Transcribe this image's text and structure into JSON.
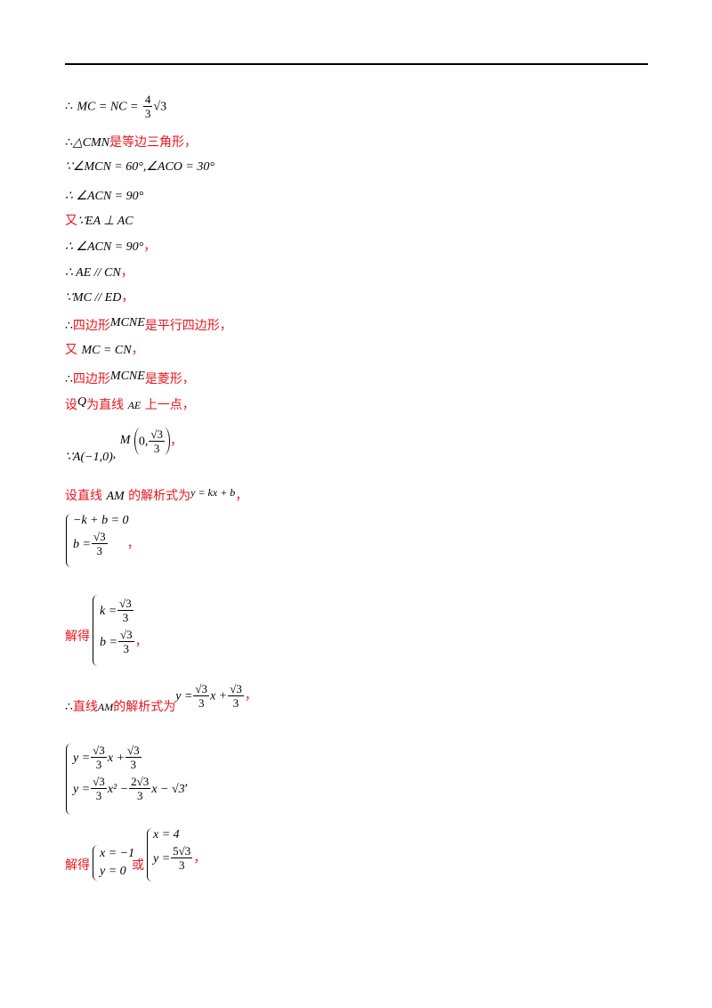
{
  "therefore": "∴",
  "because": "∵",
  "l1": {
    "a": "MC = NC =",
    "num": "4",
    "den": "3",
    "b": "√3"
  },
  "l2": {
    "pre": "∴",
    "sym": "△CMN",
    "txt": "是等边三角形，"
  },
  "l3": {
    "a": "∵∠MCN = 60°,∠ACO = 30°"
  },
  "l4": {
    "a": "∴ ∠ACN = 90°"
  },
  "l5": {
    "red": "又",
    "a": "∵EA ⊥ AC"
  },
  "l6": {
    "a": "∴ ∠ACN = 90°",
    "red": "，"
  },
  "l7": {
    "a": "∴ AE // CN",
    "red": "，"
  },
  "l8": {
    "a": "∵MC // ED",
    "red": "，"
  },
  "l9": {
    "pre": "∴",
    "r1": "四边形",
    "sym": "MCNE",
    "r2": "是平行四边形，"
  },
  "l10": {
    "red": "又",
    "a": "MC = CN",
    "r2": "，"
  },
  "l11": {
    "pre": "∴",
    "r1": "四边形",
    "sym": "MCNE",
    "r2": "是菱形，"
  },
  "l12": {
    "r1": "设",
    "q": "Q",
    "r2": "为直线",
    "ae": "AE",
    "r3": "上一点，"
  },
  "l13": {
    "a": "∵A(−1,0)",
    "comma": ",",
    "m": "M",
    "zero": "0,",
    "num": "√3",
    "den": "3",
    "end": "，"
  },
  "l14": {
    "r1": "设直线",
    "am": "AM",
    "r2": "的解析式为",
    "eq": "y = kx + b",
    "r3": "，"
  },
  "l15": {
    "e1": "−k + b = 0",
    "b": "b =",
    "num": "√3",
    "den": "3",
    "end": "，"
  },
  "l16": {
    "r1": "解得",
    "k": "k =",
    "num1": "√3",
    "den1": "3",
    "b": "b =",
    "num2": "√3",
    "den2": "3",
    "end": "，"
  },
  "l17": {
    "pre": "∴",
    "r1": "直线",
    "am": "AM",
    "r2": "的解析式为",
    "y": "y =",
    "num1": "√3",
    "den1": "3",
    "x": "x +",
    "num2": "√3",
    "den2": "3",
    "end": "，"
  },
  "l18": {
    "y1": "y =",
    "n1": "√3",
    "d1": "3",
    "x1": "x +",
    "n2": "√3",
    "d2": "3",
    "y2": "y =",
    "n3": "√3",
    "d3": "3",
    "x2": "x² −",
    "n4": "2√3",
    "d4": "3",
    "x3": "x − √3",
    "end": ","
  },
  "l19": {
    "r1": "解得",
    "a1": "x = −1",
    "a2": "y = 0",
    "or": "或",
    "b1": "x = 4",
    "b2": "y =",
    "num": "5√3",
    "den": "3",
    "end": "，"
  }
}
